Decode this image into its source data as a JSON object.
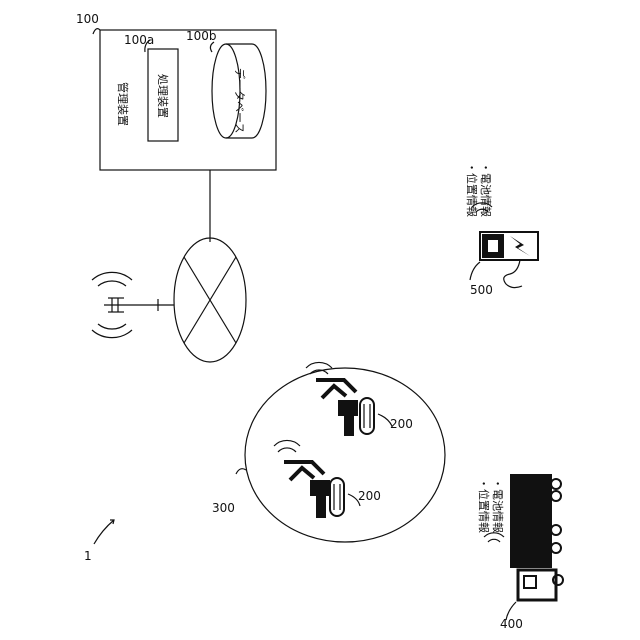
{
  "diagram": {
    "system_ref": "1",
    "management": {
      "ref": "100",
      "label": "管理装置"
    },
    "processor": {
      "ref": "100a",
      "label": "処理装置"
    },
    "database": {
      "ref": "100b",
      "label": "データベース"
    },
    "site": {
      "ref": "300"
    },
    "excavators": [
      {
        "ref": "200"
      },
      {
        "ref": "200"
      }
    ],
    "charger": {
      "ref": "500",
      "info": [
        "・位置情報",
        "・電池情報"
      ]
    },
    "truck": {
      "ref": "400",
      "info": [
        "・位置情報",
        "・電池情報"
      ]
    }
  }
}
